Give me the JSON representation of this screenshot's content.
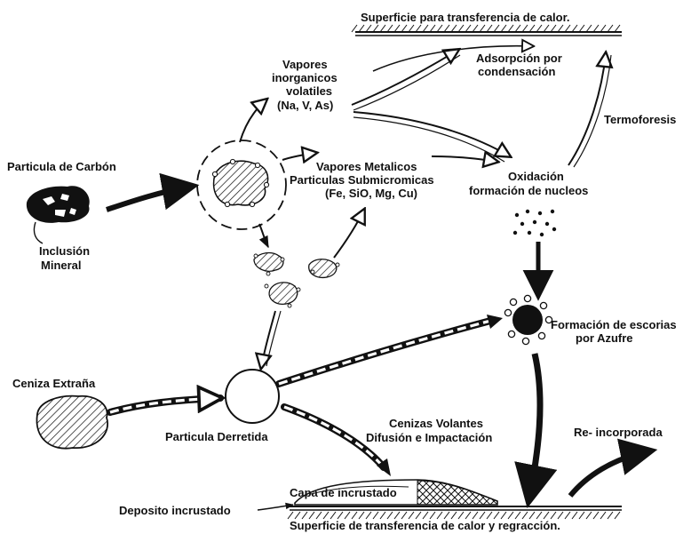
{
  "labels": {
    "top_surface": "Superficie para transferencia de calor.",
    "adsorption_1": "Adsorpción por",
    "adsorption_2": "condensación",
    "vapors_1": "Vapores",
    "vapors_2": "inorganicos",
    "vapors_3": "volatiles",
    "vapors_4": "(Na, V, As)",
    "thermophoresis": "Termoforesis",
    "carbon_particle": "Particula de Carbón",
    "metal_1": "Vapores Metalicos",
    "metal_2": "Particulas Submicromicas",
    "metal_3": "(Fe, SiO, Mg, Cu)",
    "oxidation_1": "Oxidación",
    "oxidation_2": "formación de nucleos",
    "inclusion_1": "Inclusión",
    "inclusion_2": "Mineral",
    "slag_1": "Formación de escorias",
    "slag_2": "por Azufre",
    "foreign_ash": "Ceniza Extraña",
    "fly_ash_1": "Cenizas Volantes",
    "fly_ash_2": "Difusión e Impactación",
    "molten_particle": "Particula Derretida",
    "reincorporated": "Re- incorporada",
    "crust_layer": "Capa de incrustado",
    "crust_deposit": "Deposito incrustado",
    "bottom_surface": "Superficie de transferencia de calor y regracción."
  },
  "colors": {
    "ink": "#111111",
    "background": "#ffffff"
  }
}
